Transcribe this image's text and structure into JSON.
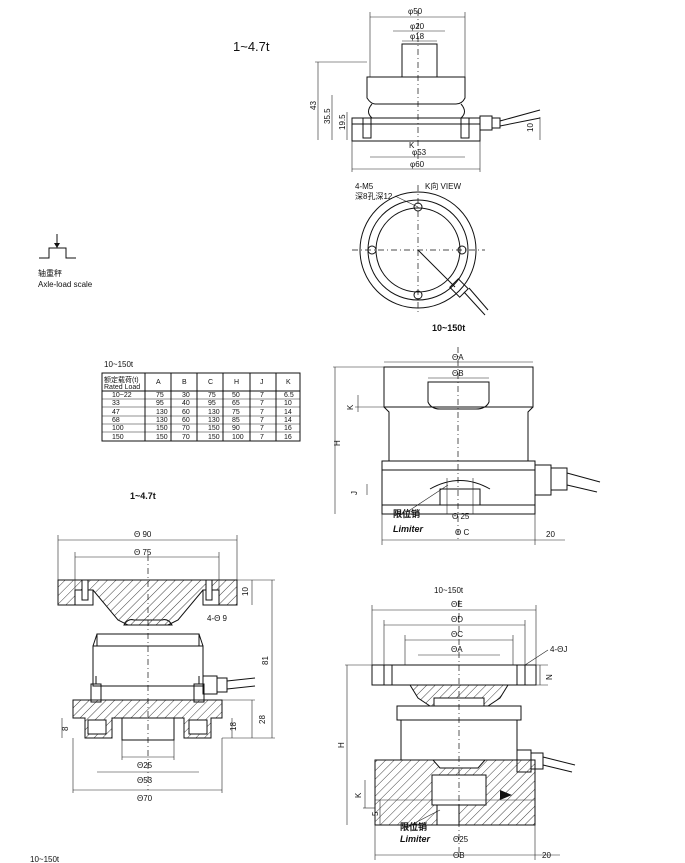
{
  "titles": {
    "range_small_top": "1~4.7t",
    "range_large_a": "10~150t",
    "range_large_table": "10~150t",
    "range_small_b": "1~4.7t",
    "range_large_b": "10~150t",
    "range_bottom_cut": "10~150t"
  },
  "legend": {
    "label_cn": "轴重秤",
    "label_en": "Axle-load scale"
  },
  "view1": {
    "d50": "φ50",
    "d20": "φ20",
    "d18": "φ18",
    "h43": "43",
    "h35_5": "35.5",
    "h19_5": "19.5",
    "h10": "10",
    "k": "K",
    "d53": "φ53",
    "d60": "φ60"
  },
  "view2": {
    "holes": "4-M5",
    "depth_note": "深8孔深12",
    "k_view": "K向 VIEW"
  },
  "table": {
    "headers": [
      "额定载荷(t)\nRated Load",
      "A",
      "B",
      "C",
      "H",
      "J",
      "K"
    ],
    "header_cn": "额定载荷(t)",
    "header_en": "Rated Load",
    "rows": [
      [
        "10~22",
        "75",
        "30",
        "75",
        "50",
        "7",
        "6.5"
      ],
      [
        "33",
        "95",
        "40",
        "95",
        "65",
        "7",
        "10"
      ],
      [
        "47",
        "130",
        "60",
        "130",
        "75",
        "7",
        "14"
      ],
      [
        "68",
        "130",
        "60",
        "130",
        "85",
        "7",
        "14"
      ],
      [
        "100",
        "150",
        "70",
        "150",
        "90",
        "7",
        "16"
      ],
      [
        "150",
        "150",
        "70",
        "150",
        "100",
        "7",
        "16"
      ]
    ]
  },
  "view3": {
    "dA": "ΘA",
    "dB": "ΘB",
    "k": "K",
    "h": "H",
    "j": "J",
    "d25": "Θ 25",
    "dC": "Θ C",
    "w20": "20",
    "limiter_cn": "限位销",
    "limiter_en": "Limiter"
  },
  "view4": {
    "d90": "Θ 90",
    "d75": "Θ 75",
    "h10": "10",
    "holes": "4-Θ 9",
    "h81": "81",
    "h28": "28",
    "h18": "18",
    "h8": "8",
    "d25": "Θ25",
    "d53": "Θ53",
    "d70": "Θ70"
  },
  "view5": {
    "dE": "ΘE",
    "dD": "ΘD",
    "dC": "ΘC",
    "dA": "ΘA",
    "holes": "4-ΘJ",
    "n": "N",
    "h": "H",
    "k": "K",
    "h5": "5",
    "d25": "Θ25",
    "dB": "ΘB",
    "w20": "20",
    "limiter_cn": "限位销",
    "limiter_en": "Limiter"
  }
}
